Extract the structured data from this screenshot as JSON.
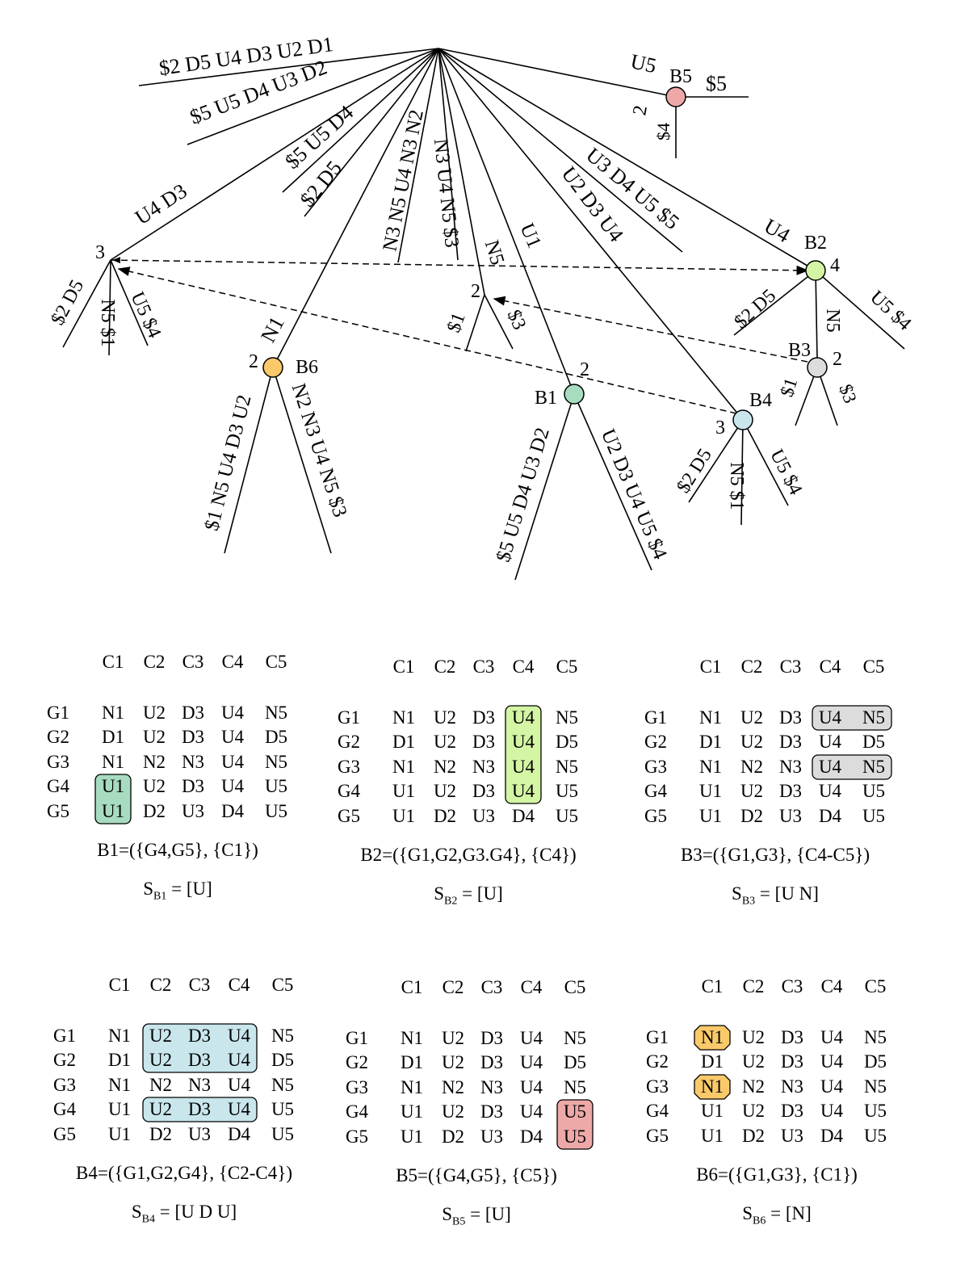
{
  "tree": {
    "branches": [
      {
        "id": "br-top-1",
        "label": "$2 D5 U4 D3 U2 D1"
      },
      {
        "id": "br-top-2",
        "label": "$5 U5 D4 U3 D2"
      },
      {
        "id": "br-top-3",
        "label": "$5 U5 D4"
      },
      {
        "id": "br-top-4",
        "label": "$2 D5"
      },
      {
        "id": "br-top-5",
        "label": "U4 D3"
      },
      {
        "id": "br-top-6",
        "label": "N3 N5 U4 N3 N2"
      },
      {
        "id": "br-top-7",
        "label": "N3 U4 N5 $3"
      },
      {
        "id": "br-top-8",
        "label": "N5"
      },
      {
        "id": "br-top-9",
        "label": "U1"
      },
      {
        "id": "br-top-10",
        "label": "U2 D3 U4"
      },
      {
        "id": "br-top-11",
        "label": "U3 D4 U5 $5"
      },
      {
        "id": "br-top-12",
        "label": "U4"
      },
      {
        "id": "br-top-13",
        "label": "U5"
      },
      {
        "id": "br-n1",
        "label": "N1"
      },
      {
        "id": "br-3-a",
        "label": "$2 D5"
      },
      {
        "id": "br-3-b",
        "label": "N5 $1"
      },
      {
        "id": "br-3-c",
        "label": "U5 $4"
      },
      {
        "id": "br-b6-a",
        "label": "$1 N5 U4 D3 U2"
      },
      {
        "id": "br-b6-b",
        "label": "N2 N3 U4 N5 $3"
      },
      {
        "id": "br-2-a",
        "label": "$1"
      },
      {
        "id": "br-2-b",
        "label": "$3"
      },
      {
        "id": "br-b1-a",
        "label": "$5 U5 D4 U3 D2"
      },
      {
        "id": "br-b1-b",
        "label": "U2 D3 U4 U5 $4"
      },
      {
        "id": "br-b4-a",
        "label": "$2 D5"
      },
      {
        "id": "br-b4-b",
        "label": "N5 $1"
      },
      {
        "id": "br-b4-c",
        "label": "U5 $4"
      },
      {
        "id": "br-b2-a",
        "label": "$2 D5"
      },
      {
        "id": "br-b2-b",
        "label": "N5"
      },
      {
        "id": "br-b2-c",
        "label": "U5 $4"
      },
      {
        "id": "br-b3-a",
        "label": "$1"
      },
      {
        "id": "br-b3-b",
        "label": "$3"
      },
      {
        "id": "br-b5-a",
        "label": "$5"
      },
      {
        "id": "br-b5-b",
        "label": "$4"
      },
      {
        "id": "br-b5-c",
        "label": "2"
      }
    ],
    "nodes": [
      {
        "id": "node-3",
        "name": "",
        "count": "3",
        "color": ""
      },
      {
        "id": "node-2mid",
        "name": "",
        "count": "2",
        "color": ""
      },
      {
        "id": "B1",
        "name": "B1",
        "count": "2",
        "color": "#a7dcc0"
      },
      {
        "id": "B2",
        "name": "B2",
        "count": "4",
        "color": "#d4f5a4"
      },
      {
        "id": "B3",
        "name": "B3",
        "count": "2",
        "color": "#dcdcdc"
      },
      {
        "id": "B4",
        "name": "B4",
        "count": "3",
        "color": "#c8e6ec"
      },
      {
        "id": "B5",
        "name": "B5",
        "count": "",
        "color": "#eea8a8"
      },
      {
        "id": "B6",
        "name": "B6",
        "count": "2",
        "color": "#f9c96a"
      }
    ]
  },
  "panels": [
    {
      "id": "B1",
      "cols": [
        "C1",
        "C2",
        "C3",
        "C4",
        "C5"
      ],
      "rows": [
        {
          "label": "G1",
          "cells": [
            "N1",
            "U2",
            "D3",
            "U4",
            "N5"
          ]
        },
        {
          "label": "G2",
          "cells": [
            "D1",
            "U2",
            "D3",
            "U4",
            "D5"
          ]
        },
        {
          "label": "G3",
          "cells": [
            "N1",
            "N2",
            "N3",
            "U4",
            "N5"
          ]
        },
        {
          "label": "G4",
          "cells": [
            "U1",
            "U2",
            "D3",
            "U4",
            "U5"
          ]
        },
        {
          "label": "G5",
          "cells": [
            "U1",
            "D2",
            "U3",
            "D4",
            "U5"
          ]
        }
      ],
      "highlights": [
        {
          "r0": 3,
          "r1": 4,
          "c0": 0,
          "c1": 0,
          "shape": "rect"
        }
      ],
      "color": "#a7dcc0",
      "def_text": "B1=({G4,G5}, {C1})",
      "s_name": "B1",
      "s_value": "[U]"
    },
    {
      "id": "B2",
      "cols": [
        "C1",
        "C2",
        "C3",
        "C4",
        "C5"
      ],
      "rows": [
        {
          "label": "G1",
          "cells": [
            "N1",
            "U2",
            "D3",
            "U4",
            "N5"
          ]
        },
        {
          "label": "G2",
          "cells": [
            "D1",
            "U2",
            "D3",
            "U4",
            "D5"
          ]
        },
        {
          "label": "G3",
          "cells": [
            "N1",
            "N2",
            "N3",
            "U4",
            "N5"
          ]
        },
        {
          "label": "G4",
          "cells": [
            "U1",
            "U2",
            "D3",
            "U4",
            "U5"
          ]
        },
        {
          "label": "G5",
          "cells": [
            "U1",
            "D2",
            "U3",
            "D4",
            "U5"
          ]
        }
      ],
      "highlights": [
        {
          "r0": 0,
          "r1": 3,
          "c0": 3,
          "c1": 3,
          "shape": "rect"
        }
      ],
      "color": "#d4f5a4",
      "def_text": "B2=({G1,G2,G3.G4}, {C4})",
      "s_name": "B2",
      "s_value": "[U]"
    },
    {
      "id": "B3",
      "cols": [
        "C1",
        "C2",
        "C3",
        "C4",
        "C5"
      ],
      "rows": [
        {
          "label": "G1",
          "cells": [
            "N1",
            "U2",
            "D3",
            "U4",
            "N5"
          ]
        },
        {
          "label": "G2",
          "cells": [
            "D1",
            "U2",
            "D3",
            "U4",
            "D5"
          ]
        },
        {
          "label": "G3",
          "cells": [
            "N1",
            "N2",
            "N3",
            "U4",
            "N5"
          ]
        },
        {
          "label": "G4",
          "cells": [
            "U1",
            "U2",
            "D3",
            "U4",
            "U5"
          ]
        },
        {
          "label": "G5",
          "cells": [
            "U1",
            "D2",
            "U3",
            "D4",
            "U5"
          ]
        }
      ],
      "highlights": [
        {
          "r0": 0,
          "r1": 0,
          "c0": 3,
          "c1": 4,
          "shape": "rect"
        },
        {
          "r0": 2,
          "r1": 2,
          "c0": 3,
          "c1": 4,
          "shape": "rect"
        }
      ],
      "color": "#dcdcdc",
      "def_text": "B3=({G1,G3}, {C4-C5})",
      "s_name": "B3",
      "s_value": "[U N]"
    },
    {
      "id": "B4",
      "cols": [
        "C1",
        "C2",
        "C3",
        "C4",
        "C5"
      ],
      "rows": [
        {
          "label": "G1",
          "cells": [
            "N1",
            "U2",
            "D3",
            "U4",
            "N5"
          ]
        },
        {
          "label": "G2",
          "cells": [
            "D1",
            "U2",
            "D3",
            "U4",
            "D5"
          ]
        },
        {
          "label": "G3",
          "cells": [
            "N1",
            "N2",
            "N3",
            "U4",
            "N5"
          ]
        },
        {
          "label": "G4",
          "cells": [
            "U1",
            "U2",
            "D3",
            "U4",
            "U5"
          ]
        },
        {
          "label": "G5",
          "cells": [
            "U1",
            "D2",
            "U3",
            "D4",
            "U5"
          ]
        }
      ],
      "highlights": [
        {
          "r0": 0,
          "r1": 1,
          "c0": 1,
          "c1": 3,
          "shape": "rect"
        },
        {
          "r0": 3,
          "r1": 3,
          "c0": 1,
          "c1": 3,
          "shape": "rect"
        }
      ],
      "color": "#c8e6ec",
      "def_text": "B4=({G1,G2,G4}, {C2-C4})",
      "s_name": "B4",
      "s_value": "[U D U]"
    },
    {
      "id": "B5",
      "cols": [
        "C1",
        "C2",
        "C3",
        "C4",
        "C5"
      ],
      "rows": [
        {
          "label": "G1",
          "cells": [
            "N1",
            "U2",
            "D3",
            "U4",
            "N5"
          ]
        },
        {
          "label": "G2",
          "cells": [
            "D1",
            "U2",
            "D3",
            "U4",
            "D5"
          ]
        },
        {
          "label": "G3",
          "cells": [
            "N1",
            "N2",
            "N3",
            "U4",
            "N5"
          ]
        },
        {
          "label": "G4",
          "cells": [
            "U1",
            "U2",
            "D3",
            "U4",
            "U5"
          ]
        },
        {
          "label": "G5",
          "cells": [
            "U1",
            "D2",
            "U3",
            "D4",
            "U5"
          ]
        }
      ],
      "highlights": [
        {
          "r0": 3,
          "r1": 4,
          "c0": 4,
          "c1": 4,
          "shape": "rect"
        }
      ],
      "color": "#eea8a8",
      "def_text": "B5=({G4,G5}, {C5})",
      "s_name": "B5",
      "s_value": "[U]"
    },
    {
      "id": "B6",
      "cols": [
        "C1",
        "C2",
        "C3",
        "C4",
        "C5"
      ],
      "rows": [
        {
          "label": "G1",
          "cells": [
            "N1",
            "U2",
            "D3",
            "U4",
            "N5"
          ]
        },
        {
          "label": "G2",
          "cells": [
            "D1",
            "U2",
            "D3",
            "U4",
            "D5"
          ]
        },
        {
          "label": "G3",
          "cells": [
            "N1",
            "N2",
            "N3",
            "U4",
            "N5"
          ]
        },
        {
          "label": "G4",
          "cells": [
            "U1",
            "U2",
            "D3",
            "U4",
            "U5"
          ]
        },
        {
          "label": "G5",
          "cells": [
            "U1",
            "D2",
            "U3",
            "D4",
            "U5"
          ]
        }
      ],
      "highlights": [
        {
          "r0": 0,
          "r1": 0,
          "c0": 0,
          "c1": 0,
          "shape": "octagon"
        },
        {
          "r0": 2,
          "r1": 2,
          "c0": 0,
          "c1": 0,
          "shape": "octagon"
        }
      ],
      "color": "#f9c96a",
      "def_text": "B6=({G1,G3}, {C1})",
      "s_name": "B6",
      "s_value": "[N]"
    }
  ]
}
